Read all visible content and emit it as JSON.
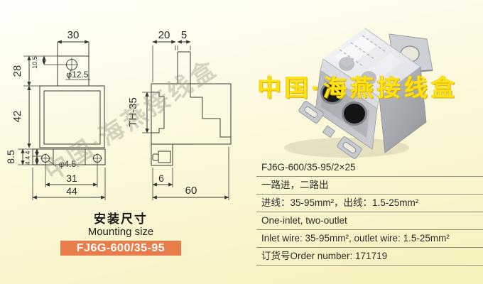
{
  "front_view": {
    "labels": {
      "w30": "30",
      "h10_5": "10.5",
      "dia_top": "φ12.5",
      "h28": "28",
      "h42": "42",
      "h8_5": "8.5",
      "h4": "4",
      "h4_4": "4.4",
      "dia_foot": "φ4.5",
      "w31": "31",
      "w44": "44"
    }
  },
  "side_view": {
    "labels": {
      "w20": "20",
      "w5": "5",
      "rail": "TH-35",
      "w6": "6",
      "w60": "60"
    }
  },
  "title_block": {
    "cn": "安装尺寸",
    "en": "Mounting size",
    "model": "FJ6G-600/35-95"
  },
  "watermarks": {
    "drawing": "中国·海燕接线盒",
    "photo": "中国·海燕接线盒"
  },
  "specs": {
    "rows": [
      "FJ6G-600/35-95/2×25",
      "一路进，二路出",
      "进线：35-95mm²，出线：1.5-25mm²",
      "One-inlet, two-outlet",
      "Inlet wire: 35-95mm², outlet wire: 1.5-25mm²",
      "订货号Order number:  171719"
    ]
  },
  "colors": {
    "accent_box": "#e87c4a",
    "watermark_yellow": "#ffe212",
    "drawing_line": "#3a3a3a",
    "spec_line": "#8f8f7c"
  }
}
